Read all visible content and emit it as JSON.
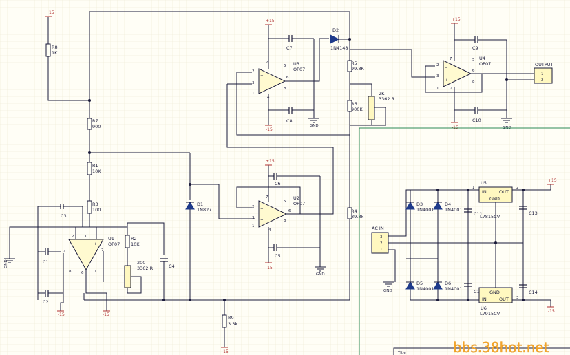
{
  "rails": {
    "pos": "+15",
    "neg": "-15"
  },
  "gnd": "GND",
  "op_amp_model": "OP07",
  "op_amps": {
    "u1": "U1",
    "u2": "U2",
    "u3": "U3",
    "u4": "U4"
  },
  "resistors": {
    "r1": {
      "ref": "R1",
      "val": "10K"
    },
    "r2": {
      "ref": "R2",
      "val": "10K"
    },
    "r3": {
      "ref": "R3",
      "val": "100"
    },
    "r4": {
      "ref": "R4",
      "val": "89.8k"
    },
    "r5": {
      "ref": "R5",
      "val": "99.8K"
    },
    "r6": {
      "ref": "R6",
      "val": "900K"
    },
    "r7": {
      "ref": "R7",
      "val": "900"
    },
    "r8": {
      "ref": "R8",
      "val": "1K"
    },
    "r9": {
      "ref": "R9",
      "val": "3.3k"
    }
  },
  "pots": {
    "p1": {
      "val": "200",
      "model": "3362 R"
    },
    "p2": {
      "val": "2K",
      "model": "3362 R"
    }
  },
  "caps": {
    "c1": "C1",
    "c2": "C2",
    "c3": "C3",
    "c4": "C4",
    "c5": "C5",
    "c6": "C6",
    "c7": "C7",
    "c8": "C8",
    "c9": "C9",
    "c10": "C10",
    "c11": "C11",
    "c12": "C12",
    "c13": "C13",
    "c14": "C14"
  },
  "diodes": {
    "d1": {
      "ref": "D1",
      "val": "1N827"
    },
    "d2": {
      "ref": "D2",
      "val": "1N4148"
    },
    "d3": {
      "ref": "D3",
      "val": "1N4001"
    },
    "d4": {
      "ref": "D4",
      "val": "1N4001"
    },
    "d5": {
      "ref": "D5",
      "val": "1N4001"
    },
    "d6": {
      "ref": "D6",
      "val": "1N4001"
    }
  },
  "regulators": {
    "u5": {
      "ref": "U5",
      "val": "L7815CV",
      "in": "IN",
      "out": "OUT",
      "gnd": "GND"
    },
    "u6": {
      "ref": "U6",
      "val": "L7915CV",
      "in": "IN",
      "out": "OUT",
      "gnd": "GND"
    }
  },
  "output": {
    "title": "OUTPUT",
    "pins": [
      "1",
      "2"
    ]
  },
  "ac_in": {
    "title": "AC IN",
    "pins": [
      "3",
      "2",
      "1"
    ]
  },
  "opamp_pins": {
    "p2": "2",
    "p3": "3",
    "p4": "4",
    "p6": "6",
    "p7": "7",
    "p8": "8",
    "p1": "1",
    "p5": "5"
  },
  "reg_pins": {
    "p1": "1",
    "p2": "2",
    "p3": "3"
  },
  "title_block": "Title",
  "watermark": "bbs.38hot.net"
}
